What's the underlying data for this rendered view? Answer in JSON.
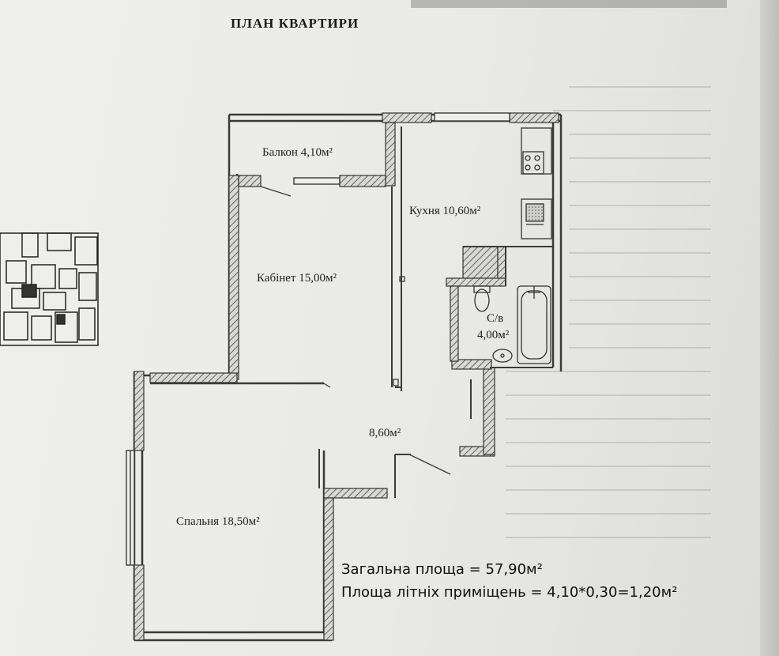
{
  "page": {
    "title": "ПЛАН КВАРТИРИ"
  },
  "rooms": {
    "balcony": "Балкон 4,10м²",
    "kitchen": "Кухня 10,60м²",
    "study": "Кабінет 15,00м²",
    "bathroom_name": "С/в",
    "bathroom_area": "4,00м²",
    "hall": "8,60м²",
    "bedroom": "Спальня 18,50м²"
  },
  "summary": {
    "total": "Загальна площа = 57,90м²",
    "summer": "Площа літніх приміщень = 4,10*0,30=1,20м²"
  },
  "colors": {
    "wall": "#3a3a3a",
    "hatch": "#555555"
  }
}
